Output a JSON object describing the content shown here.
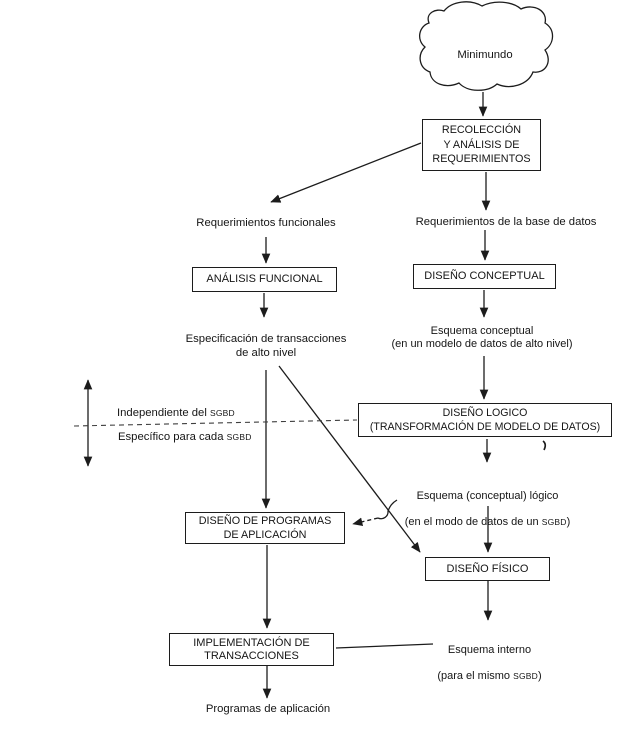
{
  "colors": {
    "ink": "#1c1c1c",
    "background": "#ffffff",
    "dashed_line": "#3f3f3f"
  },
  "cloud": {
    "label": "Minimundo"
  },
  "boxes": {
    "recoleccion": {
      "label": "RECOLECCIÓN\nY ANÁLISIS DE\nREQUERIMIENTOS"
    },
    "analisis_funcional": {
      "label": "ANÁLISIS FUNCIONAL"
    },
    "diseno_conceptual": {
      "label": "DISEÑO CONCEPTUAL"
    },
    "diseno_logico": {
      "label": "DISEÑO LOGICO\n(TRANSFORMACIÓN DE MODELO DE DATOS)"
    },
    "diseno_programas": {
      "label": "DISEÑO DE PROGRAMAS\nDE APLICACIÓN"
    },
    "diseno_fisico": {
      "label": "DISEÑO FÍSICO"
    },
    "implementacion": {
      "label": "IMPLEMENTACIÓN DE\nTRANSACCIONES"
    }
  },
  "labels": {
    "req_funcionales": "Requerimientos funcionales",
    "req_base_datos": "Requerimientos de la base de datos",
    "espec_transacciones": "Especificación de transacciones\nde alto nivel",
    "esquema_conceptual": "Esquema conceptual\n(en un modelo de datos de alto nivel)",
    "esquema_logico_line1": "Esquema (conceptual) lógico",
    "esquema_logico_line2_pre": "(en el modo de datos de un ",
    "esquema_logico_line2_sgbd": "SGBD",
    "esquema_logico_line2_post": ")",
    "esquema_interno_line1": "Esquema interno",
    "esquema_interno_line2_pre": "(para el mismo ",
    "esquema_interno_line2_sgbd": "SGBD",
    "esquema_interno_line2_post": ")",
    "independiente_pre": "Independiente del ",
    "independiente_sgbd": "SGBD",
    "especifico_pre": "Específico para cada ",
    "especifico_sgbd": "SGBD",
    "programas_aplicacion": "Programas de aplicación"
  }
}
